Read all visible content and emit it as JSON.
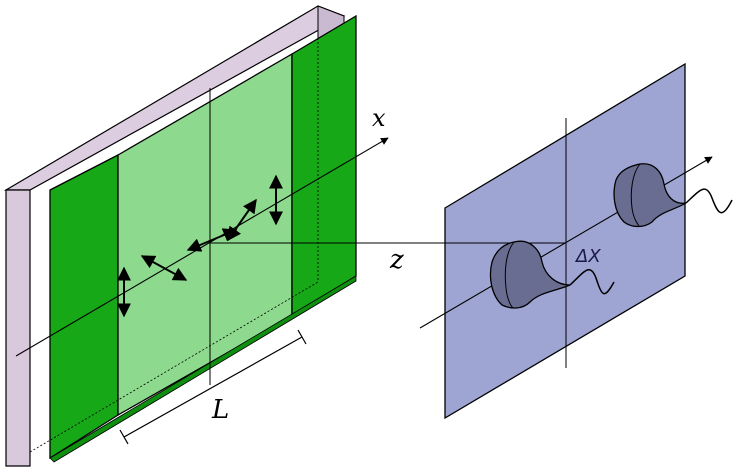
{
  "labels": {
    "x_axis": "x",
    "z_axis": "z",
    "length": "L",
    "displacement": "ΔX"
  },
  "colors": {
    "substrate_face": "#c9b9d1",
    "substrate_edge": "#dccde0",
    "mask_dark_green": "#16a816",
    "mask_light_green": "#8dd98d",
    "screen": "#9ea5d3",
    "wavepacket": "#5d6083",
    "stroke": "#000000"
  }
}
